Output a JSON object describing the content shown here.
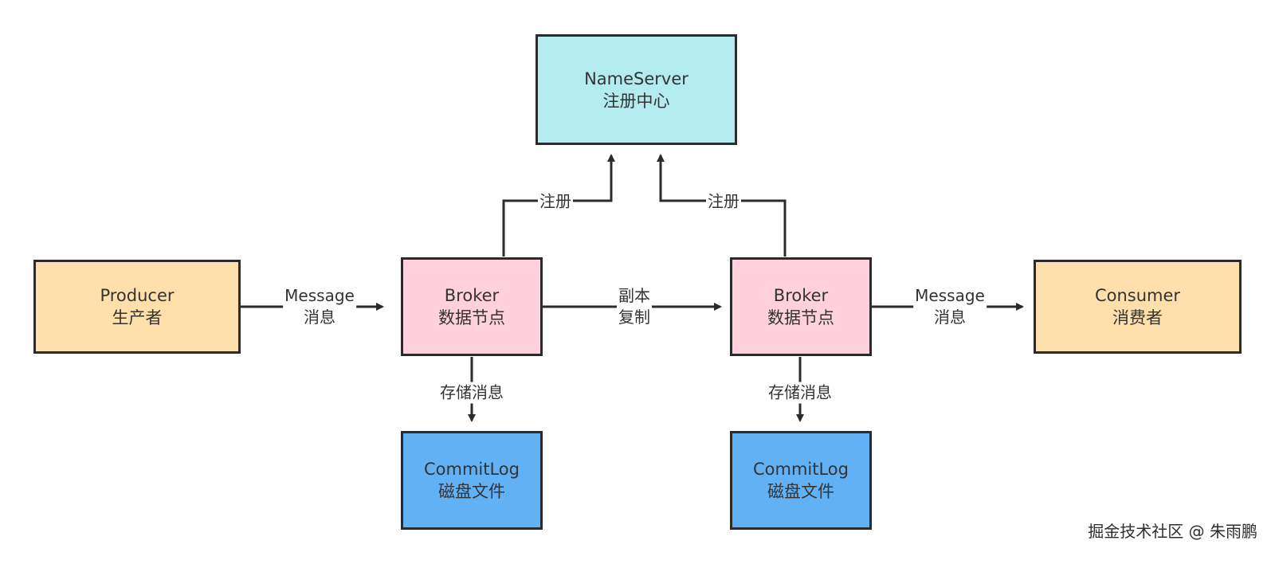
{
  "colors": {
    "nameserver_fill": "#b3ebef",
    "broker_fill": "#ffd1dc",
    "client_fill": "#ffe0ad",
    "commitlog_fill": "#62b1f5",
    "stroke": "#2b2b2b"
  },
  "nodes": {
    "nameserver": {
      "title": "NameServer",
      "subtitle": "注册中心"
    },
    "producer": {
      "title": "Producer",
      "subtitle": "生产者"
    },
    "broker_left": {
      "title": "Broker",
      "subtitle": "数据节点"
    },
    "broker_right": {
      "title": "Broker",
      "subtitle": "数据节点"
    },
    "consumer": {
      "title": "Consumer",
      "subtitle": "消费者"
    },
    "commitlog_left": {
      "title": "CommitLog",
      "subtitle": "磁盘文件"
    },
    "commitlog_right": {
      "title": "CommitLog",
      "subtitle": "磁盘文件"
    }
  },
  "edges": {
    "producer_to_broker": {
      "line1": "Message",
      "line2": "消息"
    },
    "broker_to_consumer": {
      "line1": "Message",
      "line2": "消息"
    },
    "broker_replication": {
      "line1": "副本",
      "line2": "复制"
    },
    "broker_left_register": {
      "label": "注册"
    },
    "broker_right_register": {
      "label": "注册"
    },
    "broker_left_store": {
      "label": "存储消息"
    },
    "broker_right_store": {
      "label": "存储消息"
    }
  },
  "watermark": "掘金技术社区 @ 朱雨鹏"
}
